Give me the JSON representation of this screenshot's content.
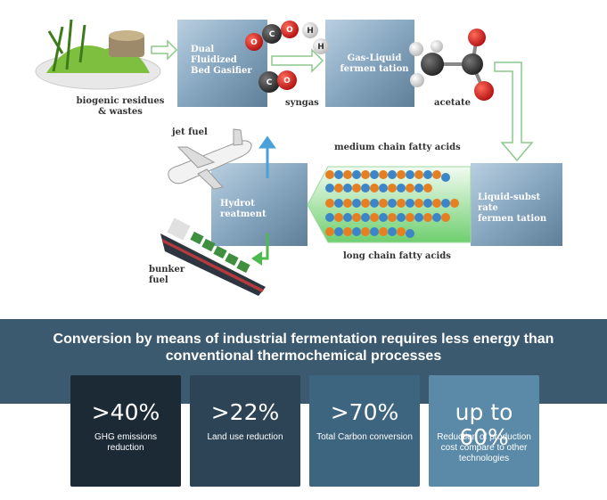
{
  "diagram": {
    "boxes": {
      "gasifier": "Dual\nFluidized\nBed Gasifier",
      "gas_liquid": "Gas-Liquid\nfermen tation",
      "liquid_subst": "Liquid-subst rate\nfermen tation",
      "hydrotreatment": "Hydrot reatment"
    },
    "labels": {
      "biogenic": "biogenic residues\n& wastes",
      "syngas": "syngas",
      "acetate": "acetate",
      "medium_chain": "medium chain  fatty acids",
      "long_chain": "long chain  fatty acids",
      "jet_fuel": "jet fuel",
      "bunker_fuel": "bunker\nfuel"
    },
    "molecules": {
      "co2_atoms": [
        "O",
        "C",
        "O"
      ],
      "h2_atoms": [
        "H",
        "H"
      ],
      "co_atoms": [
        "C",
        "O"
      ]
    }
  },
  "banner": {
    "headline": "Conversion by means of industrial fermentation requires less energy than conventional thermochemical processes"
  },
  "stats": [
    {
      "value": ">40%",
      "description": "GHG emissions reduction",
      "color": "#1c2a36"
    },
    {
      "value": ">22%",
      "description": "Land use reduction",
      "color": "#2c4455"
    },
    {
      "value": ">70%",
      "description": "Total Carbon conversion",
      "color": "#3e6580"
    },
    {
      "value": "up to 60%",
      "description": "Reduction of production cost compare to other technologies",
      "color": "#5a8aa8"
    }
  ]
}
